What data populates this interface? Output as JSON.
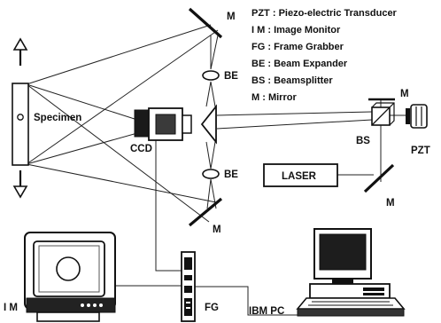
{
  "legend": [
    {
      "abbr": "PZT",
      "text": "Piezo-electric Transducer"
    },
    {
      "abbr": "I M",
      "text": "Image Monitor"
    },
    {
      "abbr": "FG",
      "text": "Frame Grabber"
    },
    {
      "abbr": "BE",
      "text": "Beam Expander"
    },
    {
      "abbr": "BS",
      "text": "Beamsplitter"
    },
    {
      "abbr": "M",
      "text": "Mirror"
    }
  ],
  "labels": {
    "specimen": "Specimen",
    "ccd": "CCD",
    "be_top": "BE",
    "be_bottom": "BE",
    "bs": "BS",
    "pzt": "PZT",
    "laser": "LASER",
    "mirror_top": "M",
    "mirror_bottom": "M",
    "mirror_bs": "M",
    "mirror_laser": "M",
    "im": "I M",
    "fg": "FG",
    "ibm_pc": "IBM PC"
  }
}
